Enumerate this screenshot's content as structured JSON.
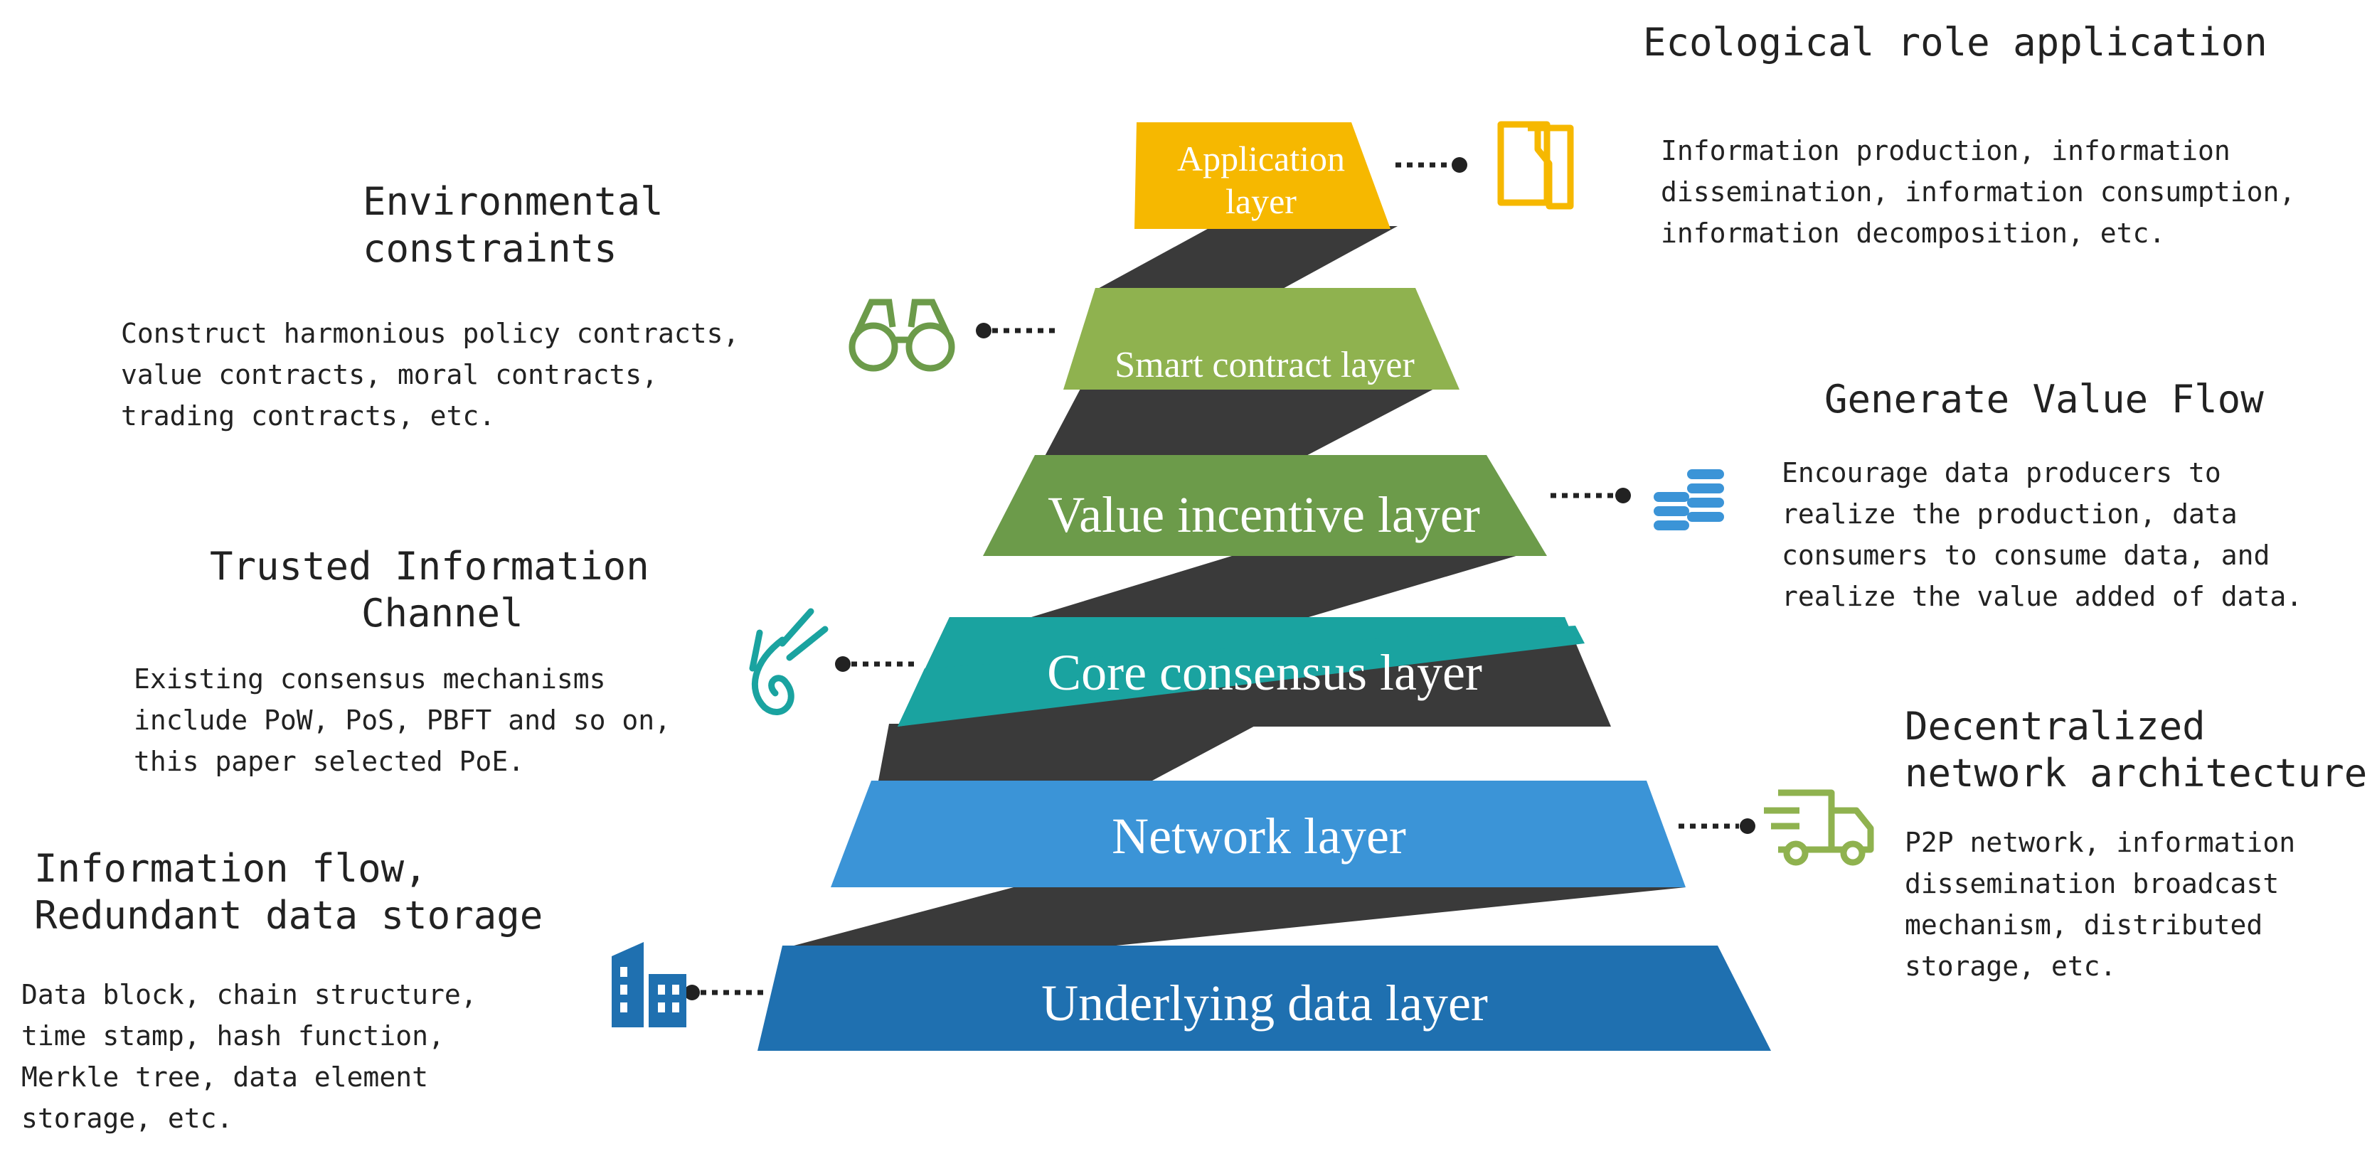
{
  "layers": [
    {
      "label_lines": [
        "Application",
        "layer"
      ],
      "color": "#f6b800"
    },
    {
      "label_lines": [
        "Smart contract layer"
      ],
      "color": "#8fb24f"
    },
    {
      "label_lines": [
        "Value incentive layer"
      ],
      "color": "#6c9b4a"
    },
    {
      "label_lines": [
        "Core consensus layer"
      ],
      "color": "#3a3a3a",
      "accent": "#1aa3a0"
    },
    {
      "label_lines": [
        "Network layer"
      ],
      "color": "#3b94d7"
    },
    {
      "label_lines": [
        "Underlying data layer"
      ],
      "color": "#1f70b0"
    }
  ],
  "connector_color": "#3a3a3a",
  "annotations": {
    "ecological": {
      "title_lines": [
        "Ecological role application"
      ],
      "desc_lines": [
        "Information production, information",
        "dissemination, information consumption,",
        "information decomposition, etc."
      ],
      "icon": "folder-icon",
      "icon_color": "#f6b800"
    },
    "environmental": {
      "title_lines": [
        "Environmental",
        "constraints"
      ],
      "desc_lines": [
        "Construct harmonious policy contracts,",
        "value contracts, moral contracts,",
        "trading contracts, etc."
      ],
      "icon": "binoculars-icon",
      "icon_color": "#6c9b4a"
    },
    "value_flow": {
      "title_lines": [
        "Generate Value Flow"
      ],
      "desc_lines": [
        "Encourage data producers to",
        "realize the production, data",
        "consumers to consume data, and",
        "realize the value added of data."
      ],
      "icon": "coins-icon",
      "icon_color": "#3b94d7"
    },
    "trusted": {
      "title_lines": [
        "Trusted Information",
        "Channel"
      ],
      "desc_lines": [
        "Existing consensus mechanisms",
        "include PoW, PoS, PBFT and so on,",
        "this paper selected PoE."
      ],
      "icon": "hand-icon",
      "icon_color": "#1aa3a0"
    },
    "decentralized": {
      "title_lines": [
        "Decentralized",
        "network architecture"
      ],
      "desc_lines": [
        "P2P network, information",
        "dissemination broadcast",
        "mechanism, distributed",
        "storage, etc."
      ],
      "icon": "truck-icon",
      "icon_color": "#8fb24f"
    },
    "info_flow": {
      "title_lines": [
        "Information flow,",
        "Redundant data storage"
      ],
      "desc_lines": [
        "Data block, chain structure,",
        "time stamp, hash function,",
        "Merkle tree, data element",
        "storage, etc."
      ],
      "icon": "building-icon",
      "icon_color": "#1f70b0"
    }
  }
}
